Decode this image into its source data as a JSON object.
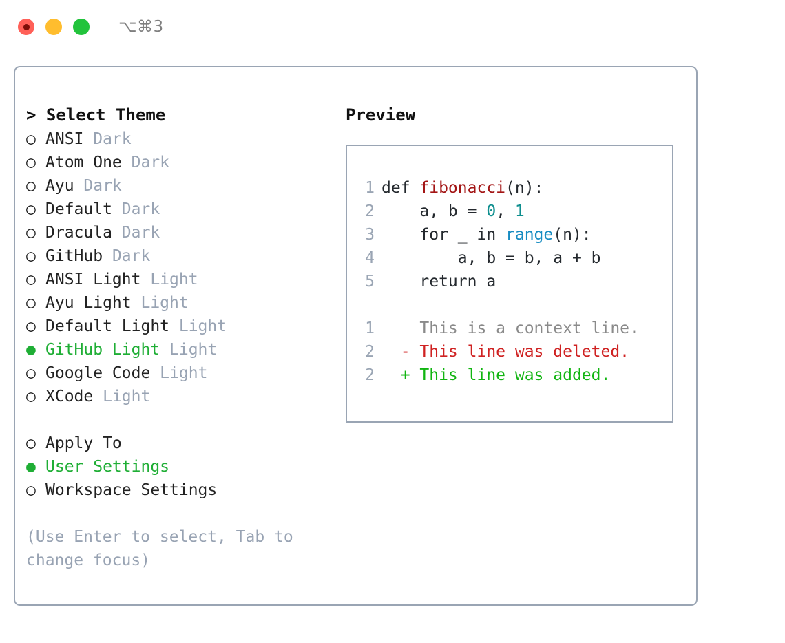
{
  "titlebar": {
    "shortcut": "⌥⌘3",
    "dots": [
      {
        "name": "close",
        "color": "#ff6058"
      },
      {
        "name": "minimize",
        "color": "#ffbd2e"
      },
      {
        "name": "maximize",
        "color": "#22c33c"
      }
    ]
  },
  "left": {
    "header": "> Select Theme",
    "themes": [
      {
        "marker": "○",
        "label": "ANSI",
        "suffix": " Dark",
        "selected": false
      },
      {
        "marker": "○",
        "label": "Atom One",
        "suffix": " Dark",
        "selected": false
      },
      {
        "marker": "○",
        "label": "Ayu",
        "suffix": " Dark",
        "selected": false
      },
      {
        "marker": "○",
        "label": "Default",
        "suffix": " Dark",
        "selected": false
      },
      {
        "marker": "○",
        "label": "Dracula",
        "suffix": " Dark",
        "selected": false
      },
      {
        "marker": "○",
        "label": "GitHub",
        "suffix": " Dark",
        "selected": false
      },
      {
        "marker": "○",
        "label": "ANSI Light",
        "suffix": " Light",
        "selected": false
      },
      {
        "marker": "○",
        "label": "Ayu Light",
        "suffix": " Light",
        "selected": false
      },
      {
        "marker": "○",
        "label": "Default Light",
        "suffix": " Light",
        "selected": false
      },
      {
        "marker": "●",
        "label": "GitHub Light",
        "suffix": " Light",
        "selected": true
      },
      {
        "marker": "○",
        "label": "Google Code",
        "suffix": " Light",
        "selected": false
      },
      {
        "marker": "○",
        "label": "XCode",
        "suffix": " Light",
        "selected": false
      }
    ],
    "apply_to_heading": "Apply To",
    "apply_to": [
      {
        "marker": "●",
        "label": "User Settings",
        "selected": true
      },
      {
        "marker": "○",
        "label": "Workspace Settings",
        "selected": false
      }
    ],
    "hint": "(Use Enter to select, Tab to change focus)"
  },
  "right": {
    "header": "Preview",
    "code": [
      {
        "lineno": "1",
        "tokens": [
          {
            "text": "def ",
            "type": "plain"
          },
          {
            "text": "fibonacci",
            "type": "func"
          },
          {
            "text": "(n):",
            "type": "plain"
          }
        ]
      },
      {
        "lineno": "2",
        "tokens": [
          {
            "text": "    a, b = ",
            "type": "plain"
          },
          {
            "text": "0",
            "type": "num"
          },
          {
            "text": ", ",
            "type": "plain"
          },
          {
            "text": "1",
            "type": "num"
          }
        ]
      },
      {
        "lineno": "3",
        "tokens": [
          {
            "text": "    for _ in ",
            "type": "plain"
          },
          {
            "text": "range",
            "type": "call"
          },
          {
            "text": "(n):",
            "type": "plain"
          }
        ]
      },
      {
        "lineno": "4",
        "tokens": [
          {
            "text": "        a, b = b, a + b",
            "type": "plain"
          }
        ]
      },
      {
        "lineno": "5",
        "tokens": [
          {
            "text": "    return a",
            "type": "plain"
          }
        ]
      }
    ],
    "diff": [
      {
        "lineno": "1",
        "sign": " ",
        "text": " This is a context line.",
        "kind": "context"
      },
      {
        "lineno": "2",
        "sign": "-",
        "text": " This line was deleted.",
        "kind": "del"
      },
      {
        "lineno": "2",
        "sign": "+",
        "text": " This line was added.",
        "kind": "add"
      }
    ]
  },
  "colors": {
    "accent_green": "#1fae35",
    "border": "#9aa5b4",
    "muted": "#98a3b3",
    "func_red": "#a31515",
    "number_teal": "#0f8f8f",
    "call_blue": "#178cc2",
    "diff_del": "#cf2222",
    "diff_add": "#11b511"
  }
}
